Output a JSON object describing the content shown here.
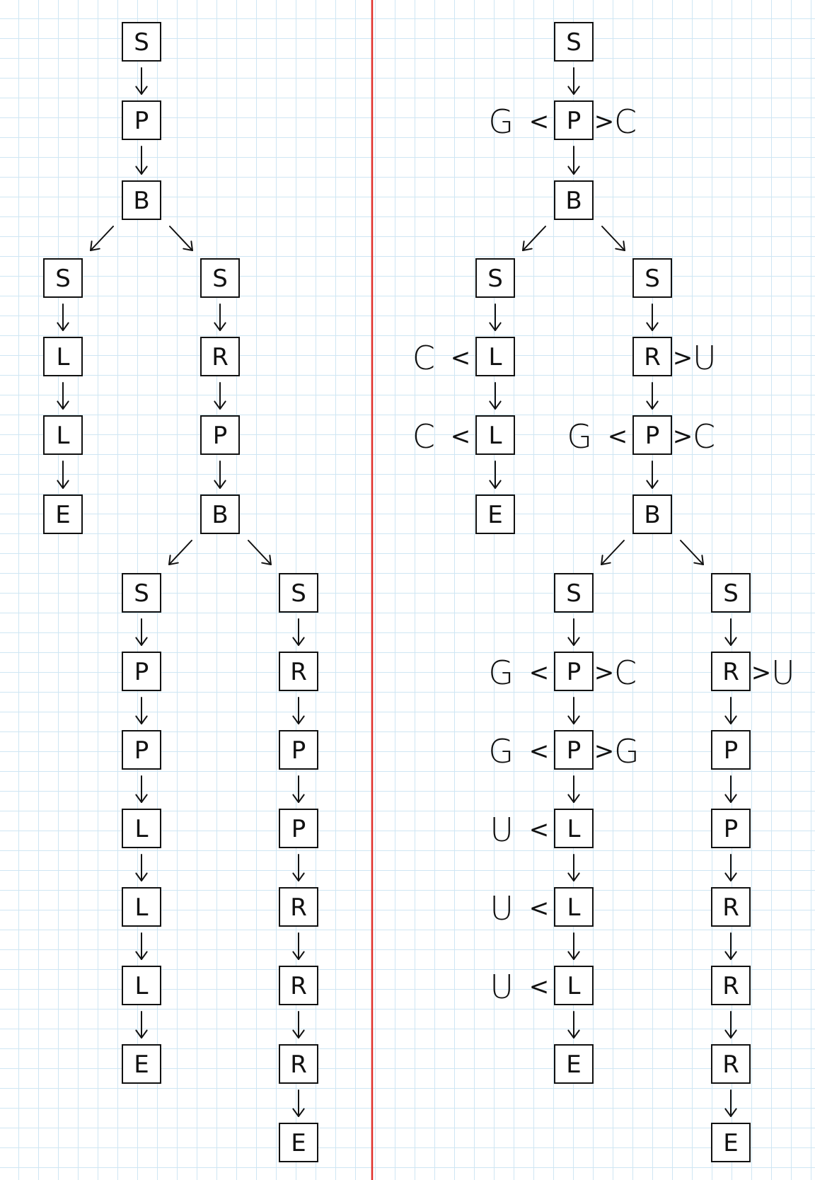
{
  "grid_color": "#cfe6f3",
  "divider_color": "#e0302a",
  "ink_color": "#111111",
  "left_tree": {
    "nodes": [
      {
        "id": "L0",
        "label": "S"
      },
      {
        "id": "L1",
        "label": "P"
      },
      {
        "id": "L2",
        "label": "B"
      },
      {
        "id": "L3",
        "label": "S"
      },
      {
        "id": "L4",
        "label": "L"
      },
      {
        "id": "L5",
        "label": "L"
      },
      {
        "id": "L6",
        "label": "E"
      },
      {
        "id": "L7",
        "label": "S"
      },
      {
        "id": "L8",
        "label": "R"
      },
      {
        "id": "L9",
        "label": "P"
      },
      {
        "id": "L10",
        "label": "B"
      },
      {
        "id": "L11",
        "label": "S"
      },
      {
        "id": "L12",
        "label": "P"
      },
      {
        "id": "L13",
        "label": "P"
      },
      {
        "id": "L14",
        "label": "L"
      },
      {
        "id": "L15",
        "label": "L"
      },
      {
        "id": "L16",
        "label": "L"
      },
      {
        "id": "L17",
        "label": "E"
      },
      {
        "id": "L18",
        "label": "S"
      },
      {
        "id": "L19",
        "label": "R"
      },
      {
        "id": "L20",
        "label": "P"
      },
      {
        "id": "L21",
        "label": "P"
      },
      {
        "id": "L22",
        "label": "R"
      },
      {
        "id": "L23",
        "label": "R"
      },
      {
        "id": "L24",
        "label": "R"
      },
      {
        "id": "L25",
        "label": "E"
      }
    ],
    "edges": [
      [
        "L0",
        "L1"
      ],
      [
        "L1",
        "L2"
      ],
      [
        "L2",
        "L3"
      ],
      [
        "L2",
        "L7"
      ],
      [
        "L3",
        "L4"
      ],
      [
        "L4",
        "L5"
      ],
      [
        "L5",
        "L6"
      ],
      [
        "L7",
        "L8"
      ],
      [
        "L8",
        "L9"
      ],
      [
        "L9",
        "L10"
      ],
      [
        "L10",
        "L11"
      ],
      [
        "L10",
        "L18"
      ],
      [
        "L11",
        "L12"
      ],
      [
        "L12",
        "L13"
      ],
      [
        "L13",
        "L14"
      ],
      [
        "L14",
        "L15"
      ],
      [
        "L15",
        "L16"
      ],
      [
        "L16",
        "L17"
      ],
      [
        "L18",
        "L19"
      ],
      [
        "L19",
        "L20"
      ],
      [
        "L20",
        "L21"
      ],
      [
        "L21",
        "L22"
      ],
      [
        "L22",
        "L23"
      ],
      [
        "L23",
        "L24"
      ],
      [
        "L24",
        "L25"
      ]
    ]
  },
  "right_tree": {
    "nodes": [
      {
        "id": "R0",
        "label": "S"
      },
      {
        "id": "R1",
        "label": "P",
        "left": "G",
        "right": "C"
      },
      {
        "id": "R2",
        "label": "B"
      },
      {
        "id": "R3",
        "label": "S"
      },
      {
        "id": "R4",
        "label": "L",
        "left": "C"
      },
      {
        "id": "R5",
        "label": "L",
        "left": "C"
      },
      {
        "id": "R6",
        "label": "E"
      },
      {
        "id": "R7",
        "label": "S"
      },
      {
        "id": "R8",
        "label": "R",
        "right": "U"
      },
      {
        "id": "R9",
        "label": "P",
        "left": "G",
        "right": "C"
      },
      {
        "id": "R10",
        "label": "B"
      },
      {
        "id": "R11",
        "label": "S"
      },
      {
        "id": "R12",
        "label": "P",
        "left": "G",
        "right": "C"
      },
      {
        "id": "R13",
        "label": "P",
        "left": "G",
        "right": "G"
      },
      {
        "id": "R14",
        "label": "L",
        "left": "U"
      },
      {
        "id": "R15",
        "label": "L",
        "left": "U"
      },
      {
        "id": "R16",
        "label": "L",
        "left": "U"
      },
      {
        "id": "R17",
        "label": "E"
      },
      {
        "id": "R18",
        "label": "S"
      },
      {
        "id": "R19",
        "label": "R",
        "right": "U"
      },
      {
        "id": "R20",
        "label": "P"
      },
      {
        "id": "R21",
        "label": "P"
      },
      {
        "id": "R22",
        "label": "R"
      },
      {
        "id": "R23",
        "label": "R"
      },
      {
        "id": "R24",
        "label": "R"
      },
      {
        "id": "R25",
        "label": "E"
      }
    ],
    "edges": [
      [
        "R0",
        "R1"
      ],
      [
        "R1",
        "R2"
      ],
      [
        "R2",
        "R3"
      ],
      [
        "R2",
        "R7"
      ],
      [
        "R3",
        "R4"
      ],
      [
        "R4",
        "R5"
      ],
      [
        "R5",
        "R6"
      ],
      [
        "R7",
        "R8"
      ],
      [
        "R8",
        "R9"
      ],
      [
        "R9",
        "R10"
      ],
      [
        "R10",
        "R11"
      ],
      [
        "R10",
        "R18"
      ],
      [
        "R11",
        "R12"
      ],
      [
        "R12",
        "R13"
      ],
      [
        "R13",
        "R14"
      ],
      [
        "R14",
        "R15"
      ],
      [
        "R15",
        "R16"
      ],
      [
        "R16",
        "R17"
      ],
      [
        "R18",
        "R19"
      ],
      [
        "R19",
        "R20"
      ],
      [
        "R20",
        "R21"
      ],
      [
        "R21",
        "R22"
      ],
      [
        "R22",
        "R23"
      ],
      [
        "R23",
        "R24"
      ],
      [
        "R24",
        "R25"
      ]
    ]
  },
  "annotation_symbols": {
    "left": "<",
    "right": ">"
  }
}
